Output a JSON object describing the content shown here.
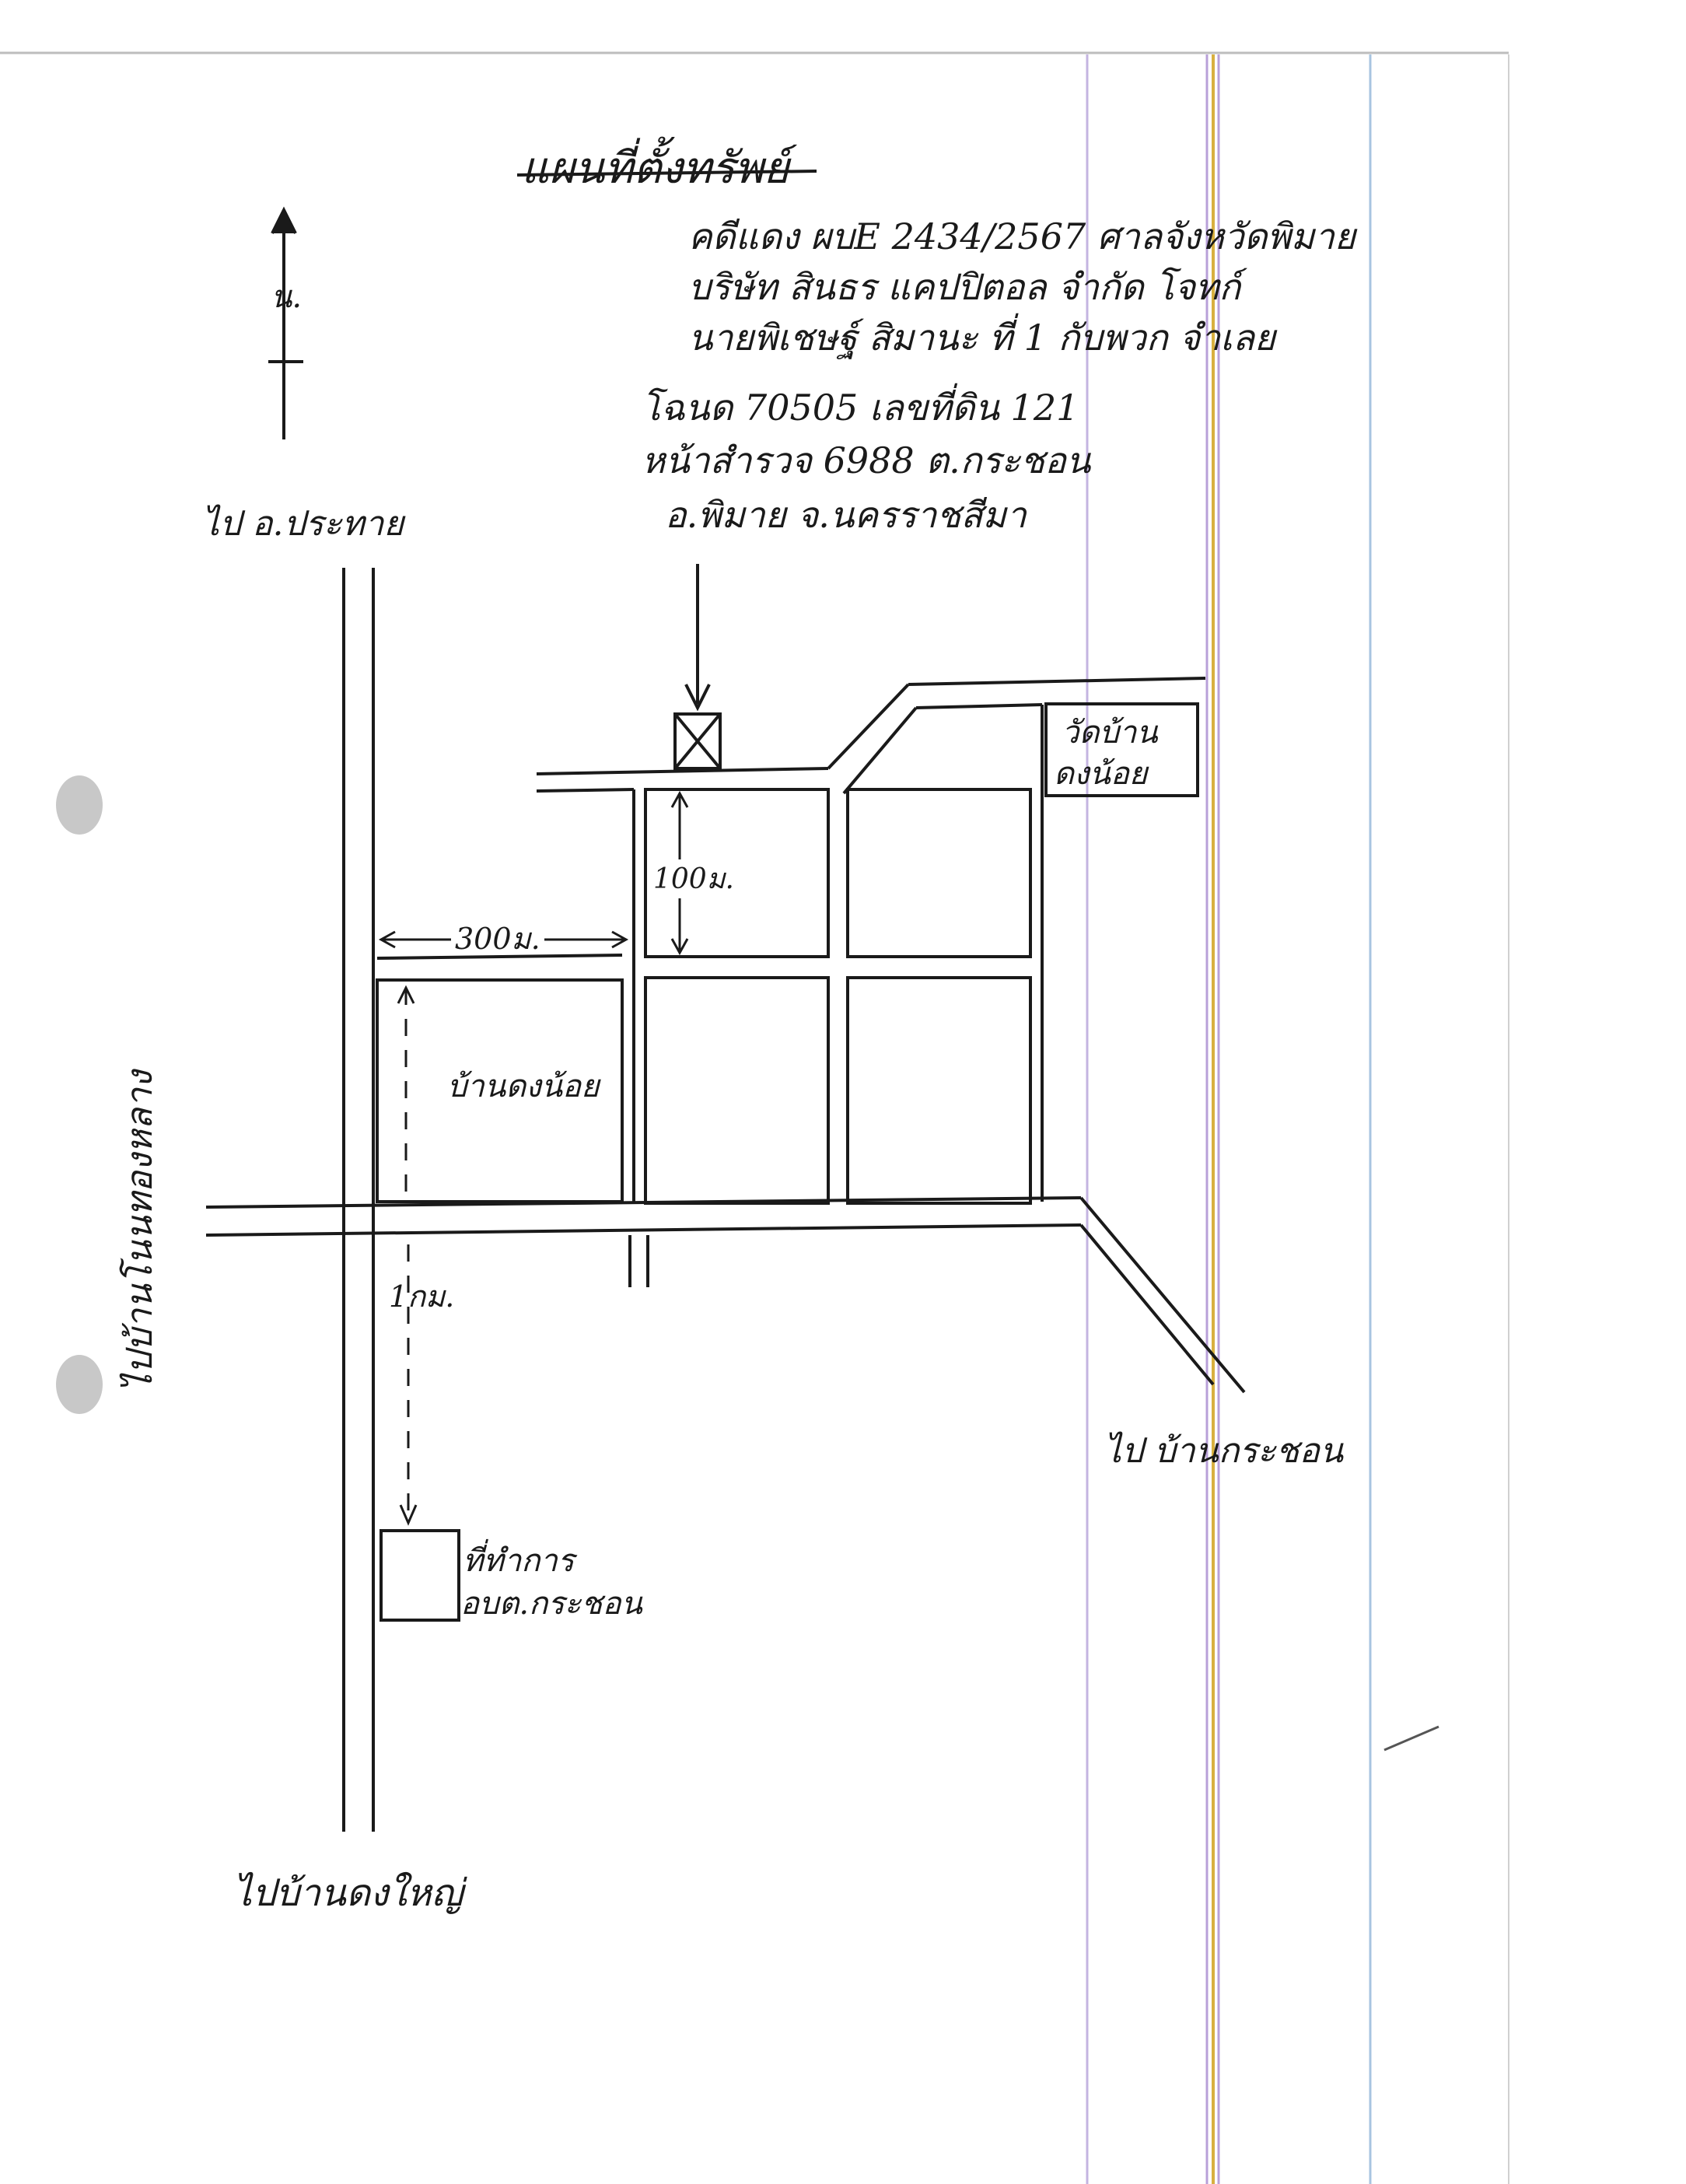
{
  "title": "แผนที่ตั้งทรัพย์",
  "north_label": "น.",
  "case_info": {
    "line1": "คดีแดง ผบE 2434/2567 ศาลจังหวัดพิมาย",
    "line2": "บริษัท สินธร แคปปิตอล จำกัด โจทก์",
    "line3": "นายพิเชษฐ์ สิมานะ ที่ 1 กับพวก จำเลย",
    "line4": "โฉนด 70505 เลขที่ดิน 121",
    "line5": "หน้าสำรวจ 6988 ต.กระชอน",
    "line6": "อ.พิมาย จ.นครราชสีมา"
  },
  "labels": {
    "to_prathai": "ไป อ.ประทาย",
    "to_ban_dong_yai": "ไปบ้านดงใหญ่",
    "to_ban_krachon": "ไป บ้านกระชอน",
    "to_ban_nong": "ไปบ้านโนนทองหลาง",
    "wat_line1": "วัดบ้าน",
    "wat_line2": "ดงน้อย",
    "village": "บ้านดงน้อย",
    "office_line1": "ที่ทำการ",
    "office_line2": "อบต.กระชอน",
    "dist_300": "300ม.",
    "dist_100": "100ม.",
    "dist_1km": "1กม."
  },
  "colors": {
    "ink": "#1a1a1a",
    "margin_purple": "#b8a0d8",
    "margin_yellow": "#d8b040",
    "margin_blue": "#a8c4e0",
    "punch_hole": "#c8c8c8"
  }
}
